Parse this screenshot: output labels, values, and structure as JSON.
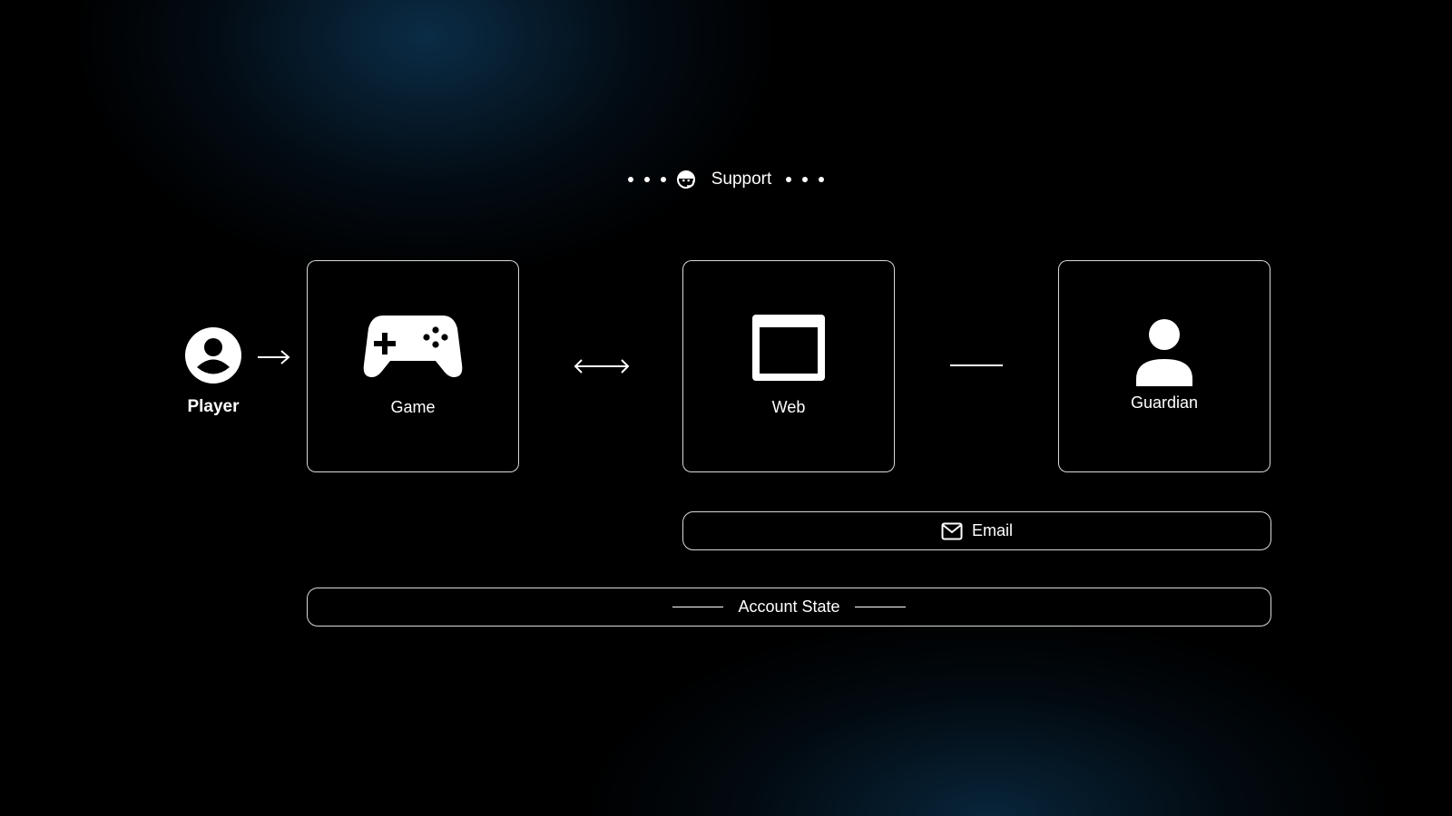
{
  "support": {
    "label": "Support",
    "icon": "support-agent-icon",
    "dot_count": 3
  },
  "player": {
    "label": "Player",
    "icon": "account-circle-icon"
  },
  "nodes": [
    {
      "id": "game",
      "label": "Game",
      "icon": "gamepad-icon"
    },
    {
      "id": "web",
      "label": "Web",
      "icon": "browser-window-icon"
    },
    {
      "id": "guardian",
      "label": "Guardian",
      "icon": "person-icon"
    }
  ],
  "connectors": {
    "player_to_game": "arrow-right",
    "game_web": "double-arrow",
    "web_guardian": "line"
  },
  "email": {
    "label": "Email",
    "icon": "mail-icon"
  },
  "account_state": {
    "label": "Account State"
  },
  "colors": {
    "background": "#000000",
    "glow": "#0c3452",
    "stroke": "#ffffff",
    "text": "#ffffff"
  }
}
